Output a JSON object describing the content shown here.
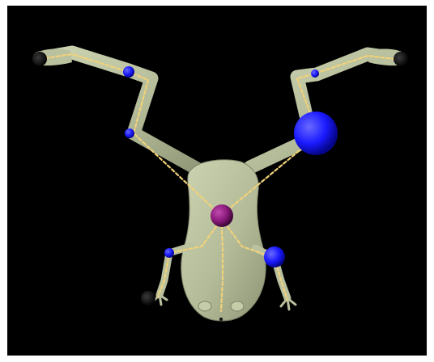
{
  "scene": {
    "background": "#000000",
    "frame_color": "#ffffff",
    "mesh_color": "#b9c19f",
    "mesh_shadow": "#6f7660",
    "skeleton_color": "#f2d27a",
    "joint_colors": {
      "blue": "#1a1aff",
      "purple": "#8a1a7a",
      "black": "#111111"
    },
    "mesh_name": "frog-mesh",
    "joints": [
      {
        "name": "root-joint",
        "color": "purple"
      },
      {
        "name": "left-shoulder-joint",
        "color": "blue"
      },
      {
        "name": "left-elbow-joint",
        "color": "blue"
      },
      {
        "name": "right-shoulder-joint",
        "color": "blue"
      },
      {
        "name": "right-elbow-joint",
        "color": "blue"
      },
      {
        "name": "left-hip-joint",
        "color": "blue"
      },
      {
        "name": "right-hip-joint",
        "color": "blue"
      },
      {
        "name": "left-hand-end",
        "color": "black"
      },
      {
        "name": "right-hand-end",
        "color": "black"
      },
      {
        "name": "left-foot-end",
        "color": "black"
      }
    ]
  }
}
